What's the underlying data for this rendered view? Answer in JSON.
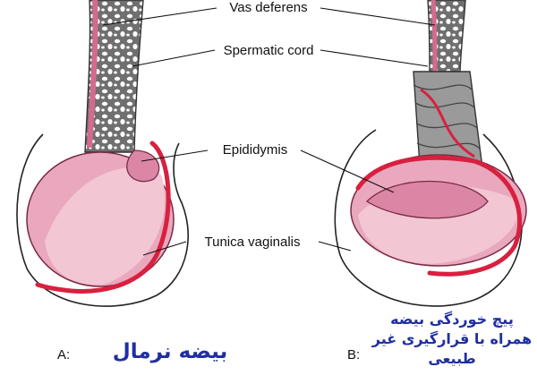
{
  "labels": {
    "vas_deferens": "Vas deferens",
    "spermatic_cord": "Spermatic cord",
    "epididymis": "Epididymis",
    "tunica_vaginalis": "Tunica vaginalis"
  },
  "panels": {
    "a": {
      "letter": "A:",
      "title": "بیضه نرمال"
    },
    "b": {
      "letter": "B:",
      "title_line1": "پیچ خوردگی بیضه",
      "title_line2": "همراه با قرارگیری غیر",
      "title_line3": "طبیعی"
    }
  },
  "colors": {
    "testis": "#e9a8bd",
    "testis_light": "#f2c6d2",
    "epididymis": "#dc86a5",
    "tunica": "#d8203f",
    "cord_mesh": "#6b6b6b",
    "title": "#1f2fa0"
  }
}
